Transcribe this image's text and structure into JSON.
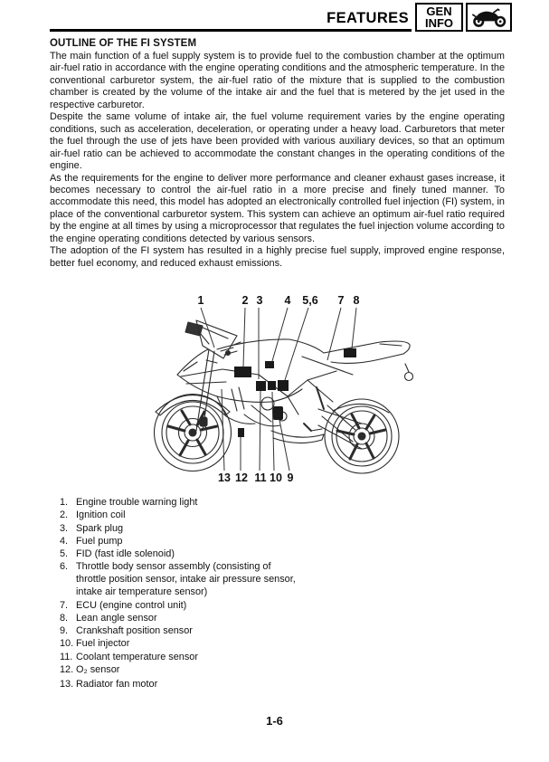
{
  "colors": {
    "ink": "#111111",
    "paper": "#ffffff"
  },
  "header": {
    "title": "FEATURES",
    "tab_box": {
      "line1": "GEN",
      "line2": "INFO"
    }
  },
  "section": {
    "heading": "OUTLINE OF THE FI SYSTEM",
    "paragraphs": [
      "The main function of a fuel supply system is to provide fuel to the combustion chamber at the optimum air-fuel ratio in accordance with the engine operating conditions and the atmospheric temperature. In the conventional carburetor system, the air-fuel ratio of the mixture that is supplied to the combustion chamber is created by the volume of the intake air and the fuel that is metered by the jet used in the respective carburetor.",
      "Despite the same volume of intake air, the fuel volume requirement varies by the engine operating conditions, such as acceleration, deceleration, or operating under a heavy load. Carburetors that meter the fuel through the use of jets have been provided with various auxiliary devices, so that an optimum air-fuel ratio can be achieved to accommodate the constant changes in the operating conditions of the engine.",
      "As the requirements for the engine to deliver more performance and cleaner exhaust gases increase, it becomes necessary to control the air-fuel ratio in a more precise and finely tuned manner. To accommodate this need, this model has adopted an electronically controlled fuel injection (FI) system, in place of the conventional carburetor system. This system can achieve an optimum air-fuel ratio required by the engine at all times by using a microprocessor that regulates the fuel injection volume according to the engine operating conditions detected by various sensors.",
      "The adoption of the FI system has resulted in a highly precise fuel supply, improved engine response, better fuel economy, and reduced exhaust emissions."
    ]
  },
  "diagram": {
    "callouts_top": [
      "1",
      "2",
      "3",
      "4",
      "5,6",
      "7",
      "8"
    ],
    "callouts_bottom": [
      "13",
      "12",
      "11",
      "10",
      "9"
    ]
  },
  "parts_list": [
    {
      "num": "1.",
      "label": "Engine trouble warning light"
    },
    {
      "num": "2.",
      "label": "Ignition coil"
    },
    {
      "num": "3.",
      "label": "Spark plug"
    },
    {
      "num": "4.",
      "label": "Fuel pump"
    },
    {
      "num": "5.",
      "label": "FID (fast idle solenoid)"
    },
    {
      "num": "6.",
      "label": "Throttle body sensor assembly (consisting of throttle position sensor, intake air pressure sensor, intake air temperature sensor)"
    },
    {
      "num": "7.",
      "label": "ECU (engine control unit)"
    },
    {
      "num": "8.",
      "label": "Lean angle sensor"
    },
    {
      "num": "9.",
      "label": "Crankshaft position sensor"
    },
    {
      "num": "10.",
      "label": "Fuel injector"
    },
    {
      "num": "11.",
      "label": "Coolant temperature sensor"
    },
    {
      "num": "12.",
      "label": "O₂ sensor"
    },
    {
      "num": "13.",
      "label": "Radiator fan motor"
    }
  ],
  "footer": {
    "page_number": "1-6"
  }
}
